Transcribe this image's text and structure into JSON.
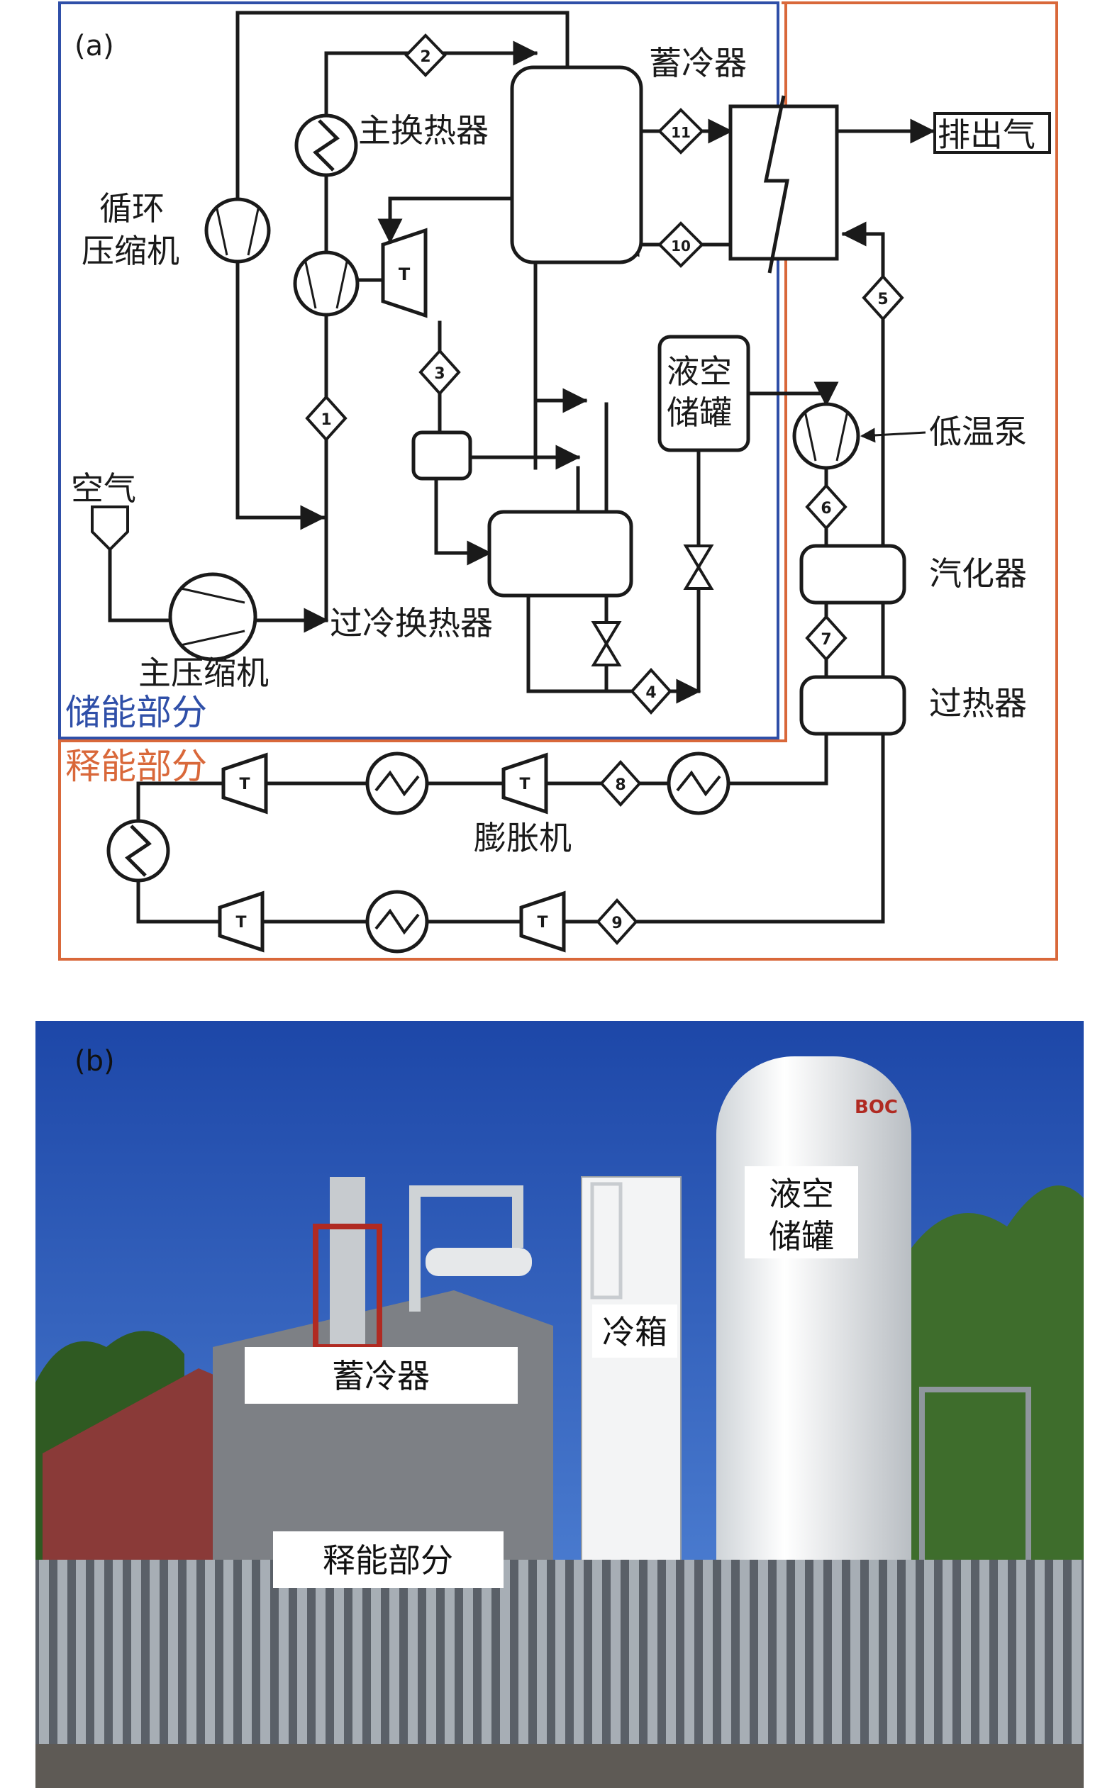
{
  "panel_a": {
    "panel_label": "(a)",
    "regions": {
      "storage": "储能部分",
      "release": "释能部分"
    },
    "labels": {
      "cold_storage": "蓄冷器",
      "main_hx": "主换热器",
      "exhaust": "排出气",
      "cycle_compressor": [
        "循环",
        "压缩机"
      ],
      "liquid_air_tank": [
        "液空",
        "储罐"
      ],
      "cryo_pump": "低温泵",
      "air": "空气",
      "vaporizer": "汽化器",
      "subcool_hx": "过冷换热器",
      "main_compressor": "主压缩机",
      "superheater": "过热器",
      "expander": "膨胀机"
    },
    "turbine_mark": "T",
    "state_points": [
      "1",
      "2",
      "3",
      "4",
      "5",
      "6",
      "7",
      "8",
      "9",
      "10",
      "11"
    ],
    "colors": {
      "storage": "#2f4fa8",
      "release": "#d9683a",
      "line": "#1a1a1a"
    }
  },
  "panel_b": {
    "panel_label": "(b)",
    "labels": {
      "liquid_air_tank": [
        "液空",
        "储罐"
      ],
      "cold_box": "冷箱",
      "cold_storage": "蓄冷器",
      "release": "释能部分"
    },
    "tank_logo": "BOC"
  }
}
